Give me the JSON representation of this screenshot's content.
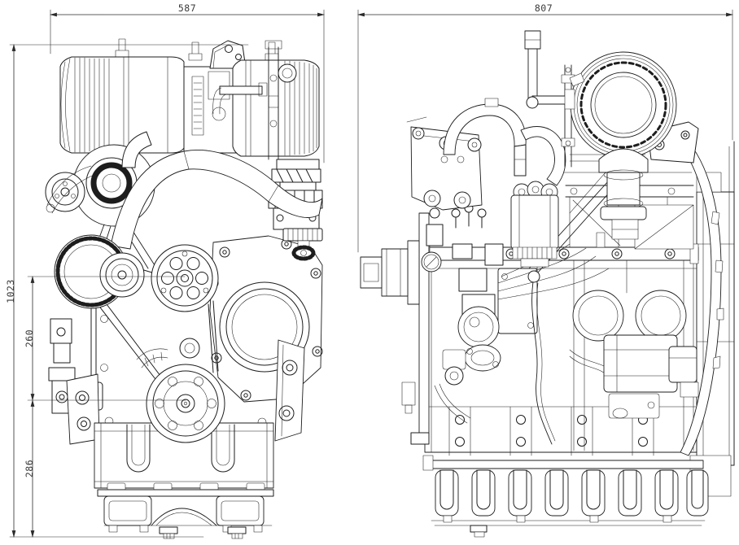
{
  "page": {
    "background": "#ffffff",
    "ink": "#1d1d1d",
    "dim_text_color": "#3a3a3a"
  },
  "drawing": {
    "dimensions": {
      "front_view_width": "587",
      "side_view_width": "807",
      "overall_height": "1023",
      "waterpump_to_crank": "260",
      "crank_to_base": "286"
    }
  }
}
